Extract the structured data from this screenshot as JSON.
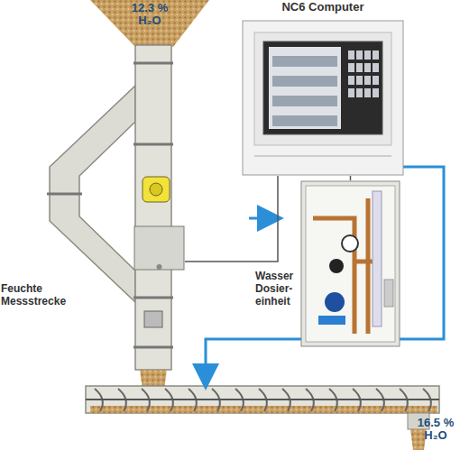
{
  "diagram": {
    "nodes": [
      {
        "text": [
          "NC6 Computer"
        ]
      },
      {
        "text": [
          "Feuchte Messstrecke"
        ]
      },
      {
        "text": [
          "Wasser Dosier- einheit"
        ]
      }
    ],
    "edges": [
      {
        "from": 0,
        "to": 1,
        "arrow": "none"
      },
      {
        "from": 0,
        "to": 2,
        "arrow": "none"
      }
    ],
    "labels": [
      "12.3 % H₂O",
      "16.5 % H₂O"
    ]
  }
}
